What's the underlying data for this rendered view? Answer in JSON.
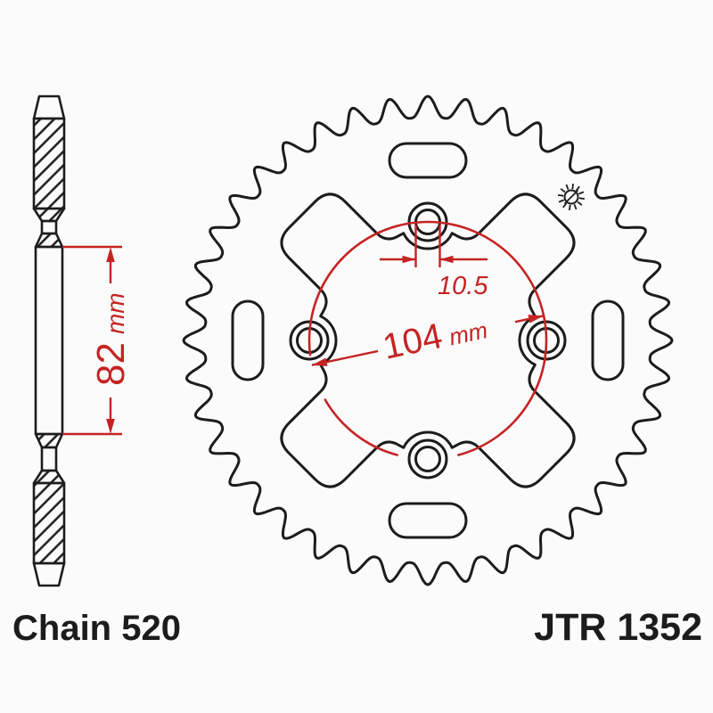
{
  "page": {
    "background": "#fbfbfb"
  },
  "colors": {
    "line": "#1c1c1c",
    "dimension": "#c52323"
  },
  "drawing": {
    "type": "sprocket-technical-drawing",
    "views": [
      "side-cross-section",
      "front-view"
    ],
    "teeth": 40,
    "bolt_holes": 4,
    "lightening_slots": 4
  },
  "dimensions": {
    "hub": {
      "value": "82",
      "unit": "mm"
    },
    "bolt_circle": {
      "value": "104",
      "unit": "mm"
    },
    "bolt_hole_diameter": {
      "value": "10.5"
    }
  },
  "labels": {
    "chain": "Chain 520",
    "model": "JTR 1352"
  },
  "icons": {
    "marker": "sunburst-icon"
  }
}
